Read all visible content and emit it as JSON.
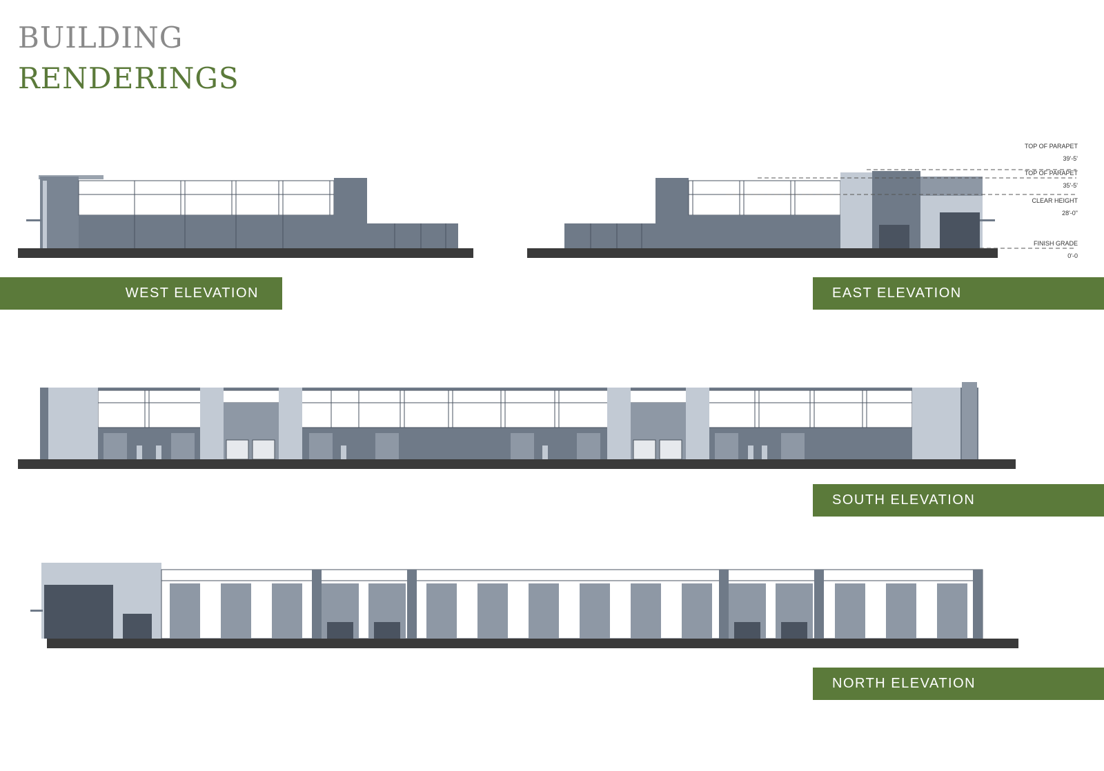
{
  "header": {
    "line1": "BUILDING",
    "line2": "RENDERINGS",
    "color_line1": "#8a8a8a",
    "color_line2": "#5b7a3a"
  },
  "labels": {
    "west": "WEST ELEVATION",
    "east": "EAST ELEVATION",
    "south": "SOUTH ELEVATION",
    "north": "NORTH ELEVATION"
  },
  "annotations": {
    "top_parapet_1": "TOP OF PARAPET",
    "top_parapet_1_value": "39'-5'",
    "top_parapet_2": "TOP OF PARAPET",
    "top_parapet_2_value": "35'-5'",
    "clear_height": "CLEAR HEIGHT",
    "clear_height_value": "28'-0\"",
    "finish_grade": "FINISH GRADE",
    "finish_grade_value": "0'-0"
  },
  "colors": {
    "band": "#5b7a3a",
    "ground": "#3a3a3a",
    "panel_dark": "#6f7a88",
    "panel_mid": "#8e98a5",
    "panel_light": "#c2cad4",
    "glass": "#ffffff",
    "frame": "#4a5360"
  }
}
